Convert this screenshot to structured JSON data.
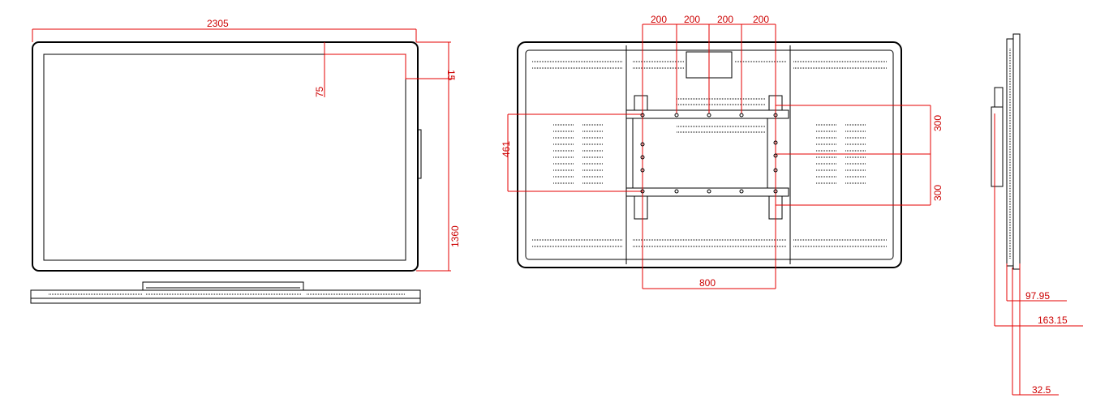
{
  "colors": {
    "dimension": "#e60000",
    "outline": "#000000",
    "background": "#ffffff"
  },
  "front_view": {
    "width_label": "2305",
    "height_label": "1360",
    "bezel_label": "75",
    "corner_label": "15"
  },
  "rear_view": {
    "spacing_labels": [
      "200",
      "200",
      "200",
      "200"
    ],
    "vesa_vertical_1": "300",
    "vesa_vertical_2": "300",
    "side_bracket_label": "461",
    "bottom_width_label": "800"
  },
  "side_view": {
    "depth_1": "97.95",
    "depth_2": "163.15",
    "depth_3": "32.5"
  }
}
